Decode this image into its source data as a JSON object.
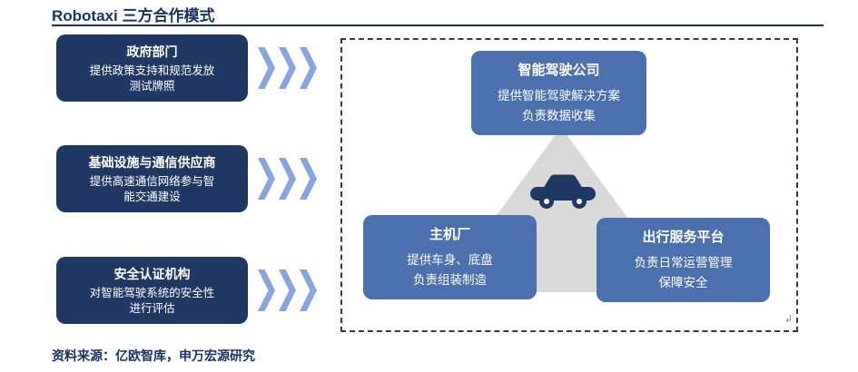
{
  "page": {
    "title": "Robotaxi 三方合作模式",
    "source": "资料来源：亿欧智库，申万宏源研究"
  },
  "colors": {
    "navy": "#203864",
    "blue": "#4a70ad",
    "chevron": "#8aa5db",
    "triangle": "#d9d9d9",
    "title_text": "#17335f"
  },
  "left_boxes": [
    {
      "title": "政府部门",
      "desc": "提供政策支持和规范发放\n测试牌照"
    },
    {
      "title": "基础设施与通信供应商",
      "desc": "提供高速通信网络参与智\n能交通建设"
    },
    {
      "title": "安全认证机构",
      "desc": "对智能驾驶系统的安全性\n进行评估"
    }
  ],
  "diagram": {
    "top_box": {
      "title": "智能驾驶公司",
      "desc": "提供智能驾驶解决方案\n负责数据收集"
    },
    "oem_box": {
      "title": "主机厂",
      "desc": "提供车身、底盘\n负责组装制造"
    },
    "mobility_box": {
      "title": "出行服务平台",
      "desc": "负责日常运营管理\n保障安全"
    },
    "car_icon": "car-icon",
    "cursor_mark": "↲"
  }
}
